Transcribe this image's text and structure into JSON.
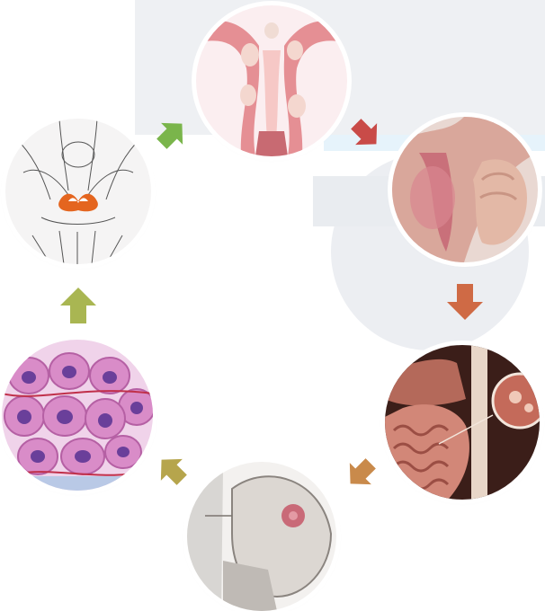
{
  "diagram": {
    "nodes": [
      {
        "id": "uterus-fibroids",
        "icon": "uterus-fibroids-illustration"
      },
      {
        "id": "skin-rash",
        "icon": "skin-rash-photo"
      },
      {
        "id": "intestines",
        "icon": "intestines-illustration"
      },
      {
        "id": "skin-lesion",
        "icon": "skin-lesion-illustration"
      },
      {
        "id": "cell-cluster",
        "icon": "cell-cluster-illustration"
      },
      {
        "id": "pelvic-organ",
        "icon": "pelvic-organ-illustration"
      }
    ],
    "arrows": [
      {
        "from": "uterus-fibroids",
        "to": "skin-rash",
        "color": "#c94b48"
      },
      {
        "from": "skin-rash",
        "to": "intestines",
        "color": "#cf6a45"
      },
      {
        "from": "intestines",
        "to": "skin-lesion",
        "color": "#c98a4b"
      },
      {
        "from": "skin-lesion",
        "to": "cell-cluster",
        "color": "#b6a54c"
      },
      {
        "from": "cell-cluster",
        "to": "pelvic-organ",
        "color": "#a9b652"
      },
      {
        "from": "pelvic-organ",
        "to": "uterus-fibroids",
        "color": "#7ab54b"
      }
    ]
  }
}
